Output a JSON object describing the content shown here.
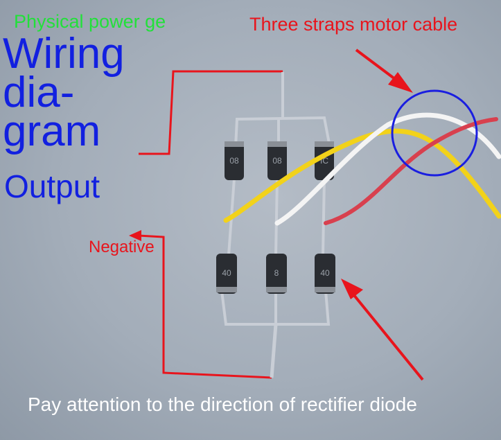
{
  "labels": {
    "power_generator": "Physical power ge",
    "motor_cable": "Three straps motor cable",
    "title_line1": "Wiring",
    "title_line2": "dia-",
    "title_line3": "gram",
    "output": "Output",
    "negative": "Negative",
    "note": "Pay attention to the direction of rectifier diode"
  },
  "colors": {
    "annotation_green": "#22e03a",
    "annotation_red": "#e8141c",
    "title_blue": "#1220e0",
    "note_white": "#ffffff",
    "wire_yellow": "#f2d21a",
    "wire_white": "#f4f4f4",
    "wire_red": "#d8404e",
    "diode_body": "#2a2d32"
  },
  "diode_markings": {
    "top_left": "08",
    "top_middle": "08",
    "top_right": "IC",
    "bottom_left": "40",
    "bottom_middle": "8",
    "bottom_right": "40"
  }
}
